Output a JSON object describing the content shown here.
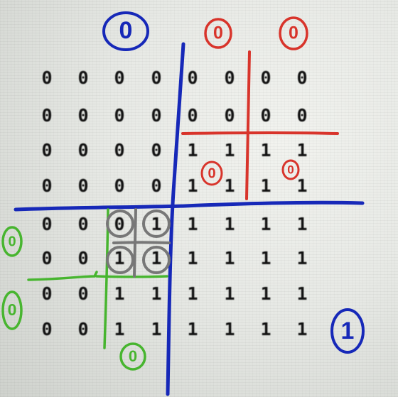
{
  "matrix": {
    "rows": [
      [
        "0",
        "0",
        "0",
        "0",
        "0",
        "0",
        "0",
        "0"
      ],
      [
        "0",
        "0",
        "0",
        "0",
        "0",
        "0",
        "0",
        "0"
      ],
      [
        "0",
        "0",
        "0",
        "0",
        "1",
        "1",
        "1",
        "1"
      ],
      [
        "0",
        "0",
        "0",
        "0",
        "1",
        "1",
        "1",
        "1"
      ],
      [
        "0",
        "0",
        "0",
        "1",
        "1",
        "1",
        "1",
        "1"
      ],
      [
        "0",
        "0",
        "1",
        "1",
        "1",
        "1",
        "1",
        "1"
      ],
      [
        "0",
        "0",
        "1",
        "1",
        "1",
        "1",
        "1",
        "1"
      ],
      [
        "0",
        "0",
        "1",
        "1",
        "1",
        "1",
        "1",
        "1"
      ]
    ]
  },
  "annotations": {
    "blue_top": "0",
    "blue_bottom": "1",
    "red_left": "0",
    "red_right": "0",
    "red_inner_left": "0",
    "red_inner_right": "0",
    "green_upper": "0",
    "green_lower": "0",
    "green_bottom": "0"
  },
  "colors": {
    "blue": "#1628b8",
    "red": "#d8342b",
    "green": "#47b52f",
    "gray": "#777777"
  }
}
